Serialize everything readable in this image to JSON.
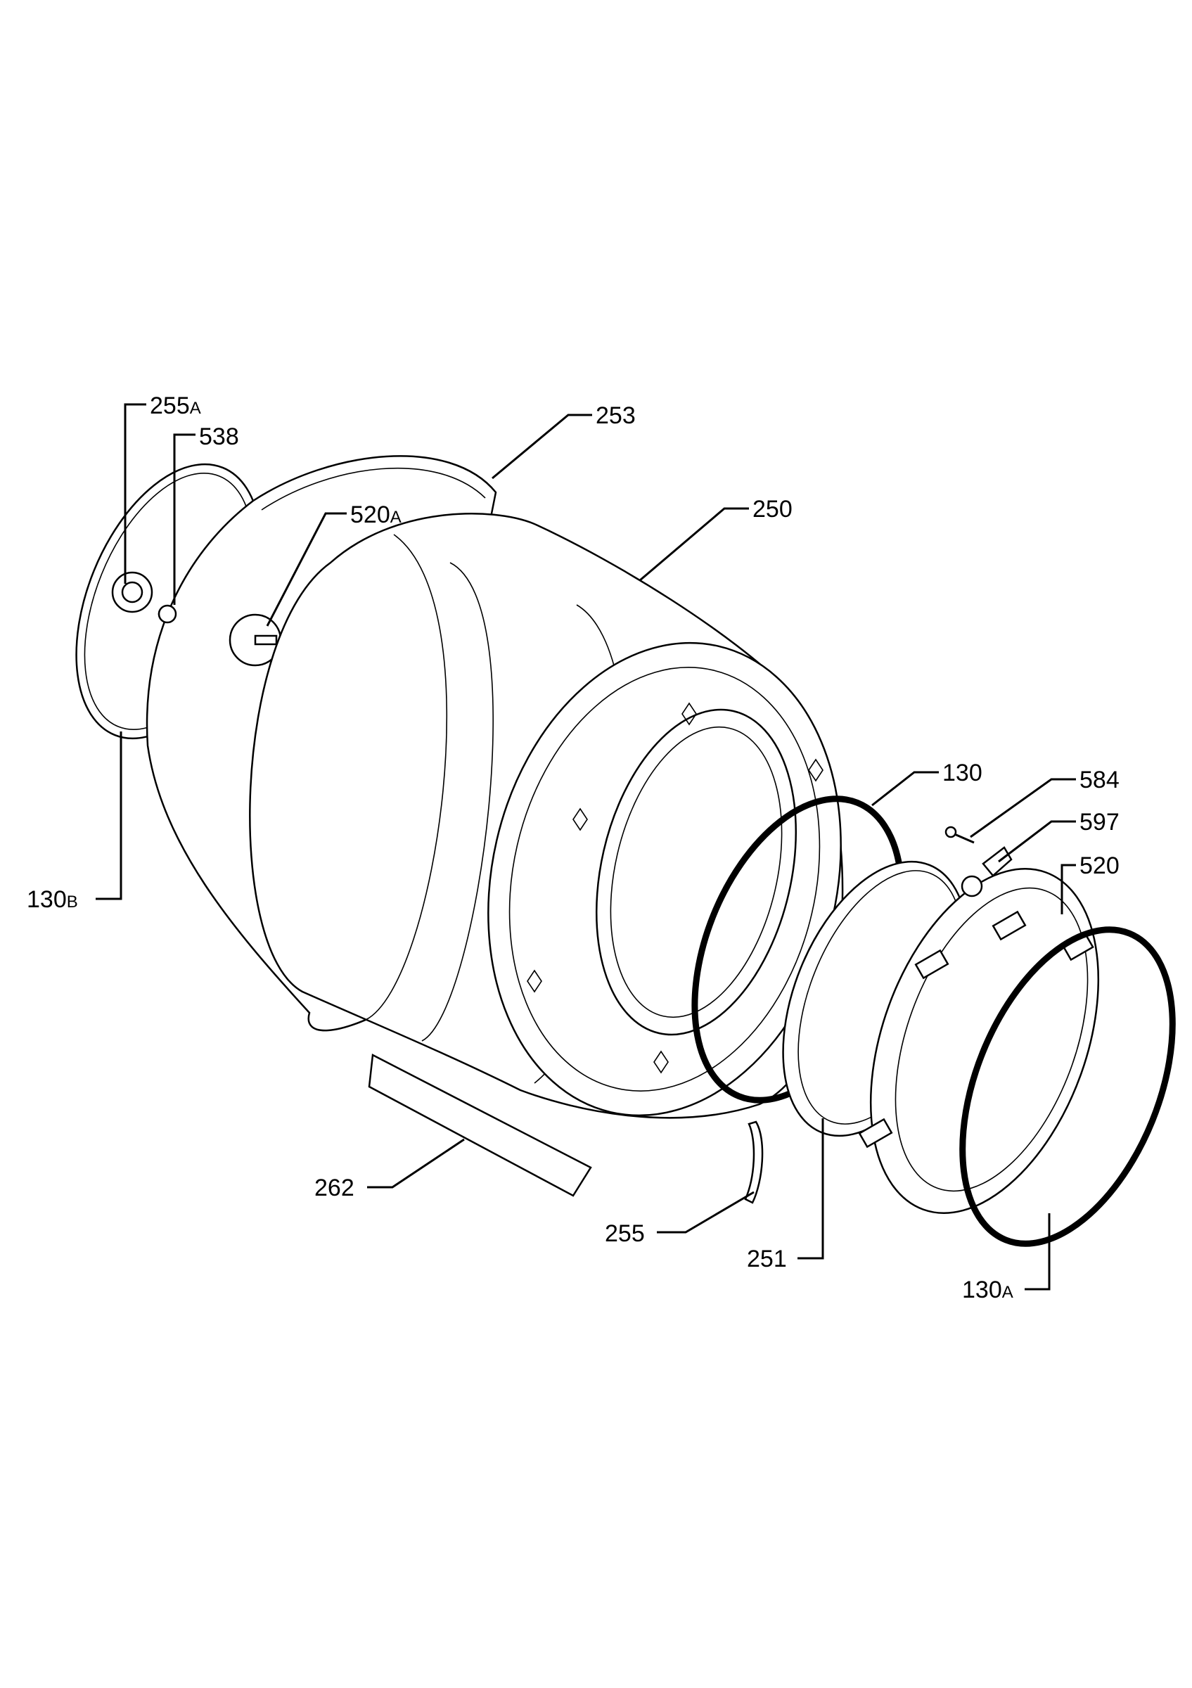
{
  "diagram": {
    "parts": [
      {
        "id": "p255a",
        "number": "255",
        "suffix": "A"
      },
      {
        "id": "p538",
        "number": "538",
        "suffix": ""
      },
      {
        "id": "p253",
        "number": "253",
        "suffix": ""
      },
      {
        "id": "p520a",
        "number": "520",
        "suffix": "A"
      },
      {
        "id": "p250",
        "number": "250",
        "suffix": ""
      },
      {
        "id": "p130b",
        "number": "130",
        "suffix": "B"
      },
      {
        "id": "p130",
        "number": "130",
        "suffix": ""
      },
      {
        "id": "p584",
        "number": "584",
        "suffix": ""
      },
      {
        "id": "p597",
        "number": "597",
        "suffix": ""
      },
      {
        "id": "p520",
        "number": "520",
        "suffix": ""
      },
      {
        "id": "p262",
        "number": "262",
        "suffix": ""
      },
      {
        "id": "p255",
        "number": "255",
        "suffix": ""
      },
      {
        "id": "p251",
        "number": "251",
        "suffix": ""
      },
      {
        "id": "p130a",
        "number": "130",
        "suffix": "A"
      }
    ]
  }
}
